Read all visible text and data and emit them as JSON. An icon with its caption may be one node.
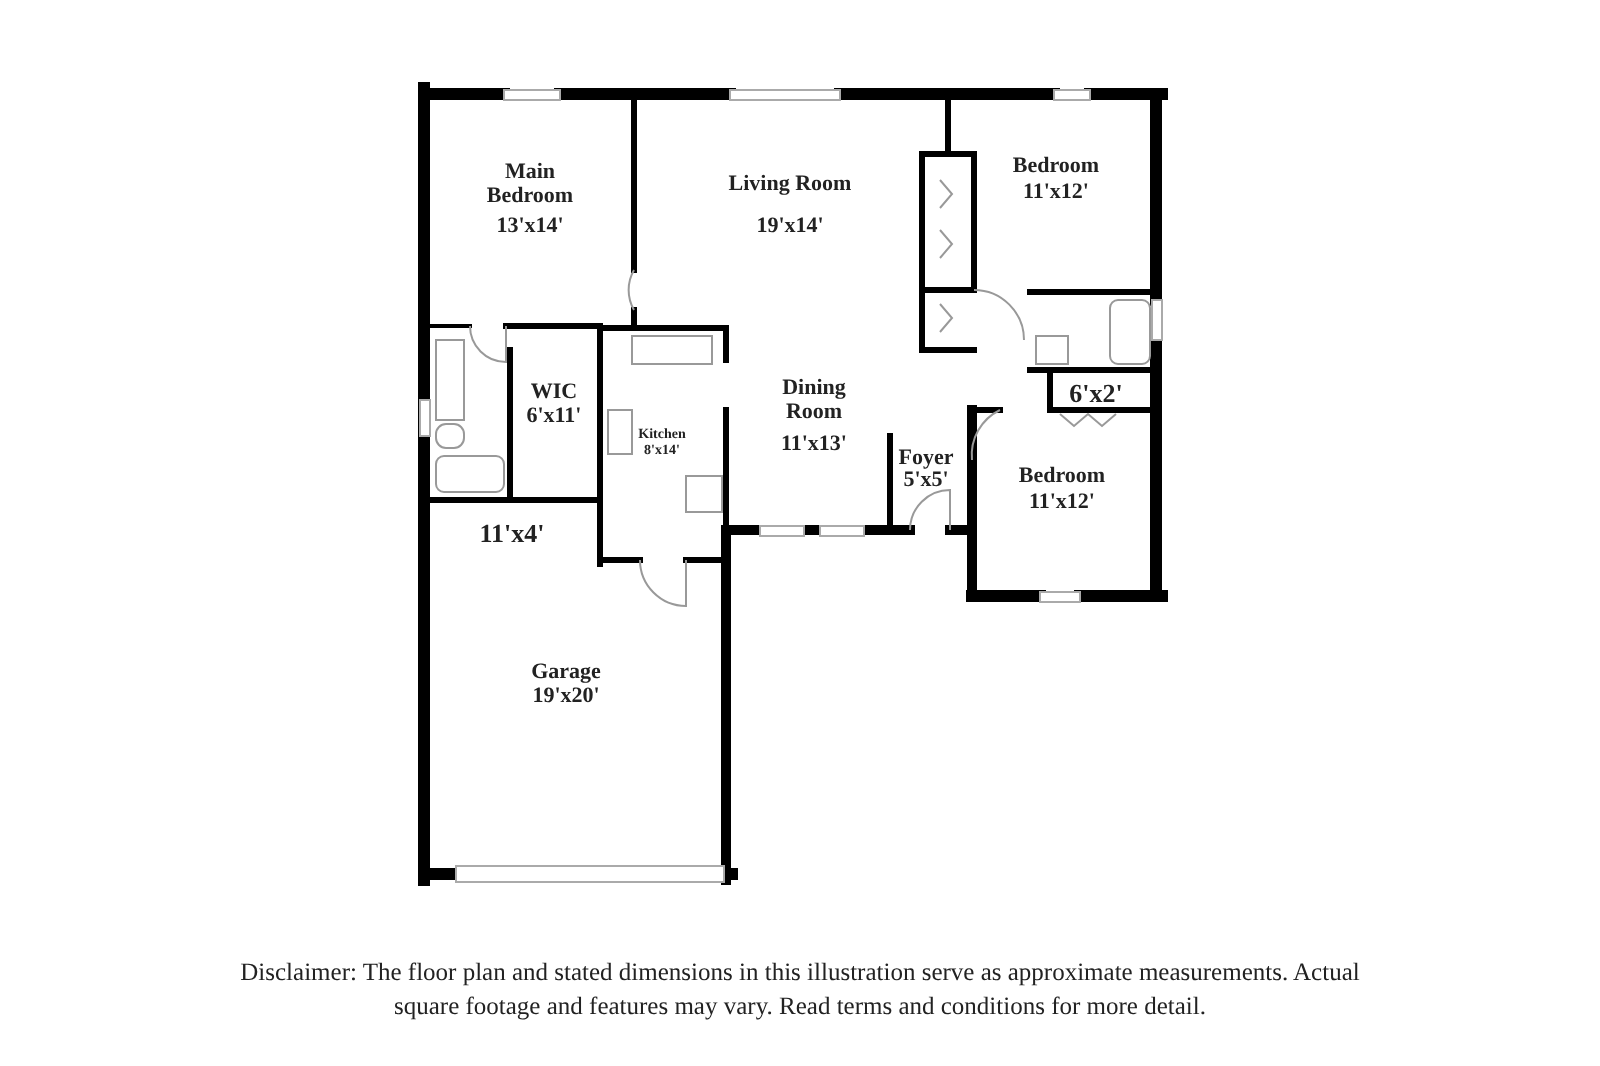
{
  "diagram": {
    "labels": [
      "Main Bedroom",
      "13'x14'",
      "Living Room",
      "19'x14'",
      "Bedroom",
      "11'x12'",
      "WIC",
      "6'x11'",
      "Kitchen",
      "8'x14'",
      "Dining Room",
      "11'x13'",
      "6'x2'",
      "Foyer",
      "5'x5'",
      "Bedroom",
      "11'x12'",
      "11'x4'",
      "Garage",
      "19'x20'"
    ],
    "caption": "Disclaimer: The floor plan and stated dimensions in this illustration serve as approximate measurements. Actual square footage and features may vary. Read terms and conditions for more detail."
  }
}
